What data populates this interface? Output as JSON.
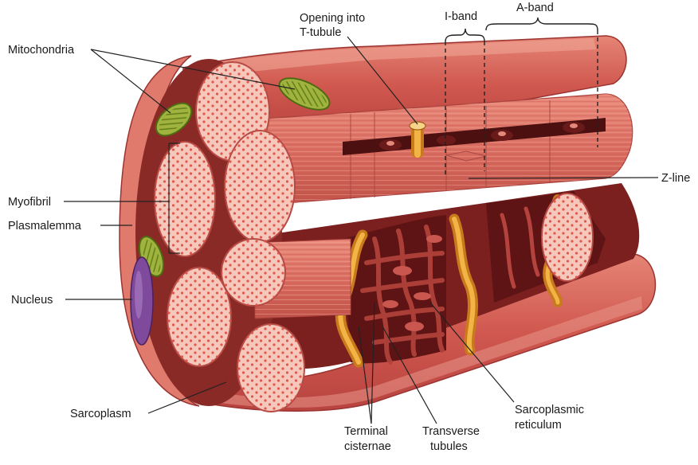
{
  "labels": {
    "mitochondria": "Mitochondria",
    "myofibril": "Myofibril",
    "plasmalemma": "Plasmalemma",
    "nucleus": "Nucleus",
    "sarcoplasm": "Sarcoplasm",
    "opening_line1": "Opening into",
    "opening_line2": "T-tubule",
    "i_band": "I-band",
    "a_band": "A-band",
    "z_line": "Z-line",
    "terminal_line1": "Terminal",
    "terminal_line2": "cisternae",
    "transverse_line1": "Transverse",
    "transverse_line2": "tubules",
    "sr_line1": "Sarcoplasmic",
    "sr_line2": "reticulum"
  },
  "colors": {
    "muscle": "#d7695f",
    "muscle_dark": "#8e2a28",
    "myofibril_face": "#f6c7bb",
    "dots": "#e0574c",
    "mitochondria": "#9fb33e",
    "nucleus": "#7f4a9c",
    "t_tubule": "#e9a032",
    "line": "#222222"
  }
}
